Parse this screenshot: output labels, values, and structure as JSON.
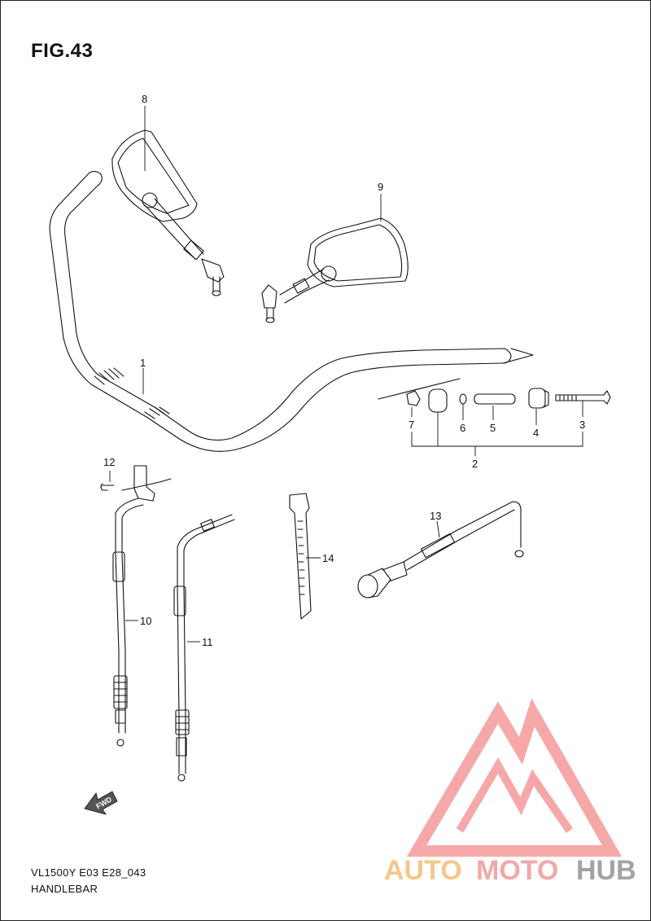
{
  "figure": {
    "title": "FIG.43"
  },
  "footer": {
    "model_code": "VL1500Y E03 E28_043",
    "section_name": "HANDLEBAR"
  },
  "fwd_label": "FWD",
  "callouts": {
    "p1": "1",
    "p2": "2",
    "p3": "3",
    "p4": "4",
    "p5": "5",
    "p6": "6",
    "p7": "7",
    "p8": "8",
    "p9": "9",
    "p10": "10",
    "p11": "11",
    "p12": "12",
    "p13": "13",
    "p14": "14"
  },
  "watermark": {
    "brand_part1": "AUTO",
    "brand_part2": "MOTO",
    "brand_part3": "HUB",
    "colors": {
      "auto": "#f5c78a",
      "moto": "#f2a8a8",
      "hub": "#a3a3a3",
      "logo": "#f59a9a"
    }
  }
}
